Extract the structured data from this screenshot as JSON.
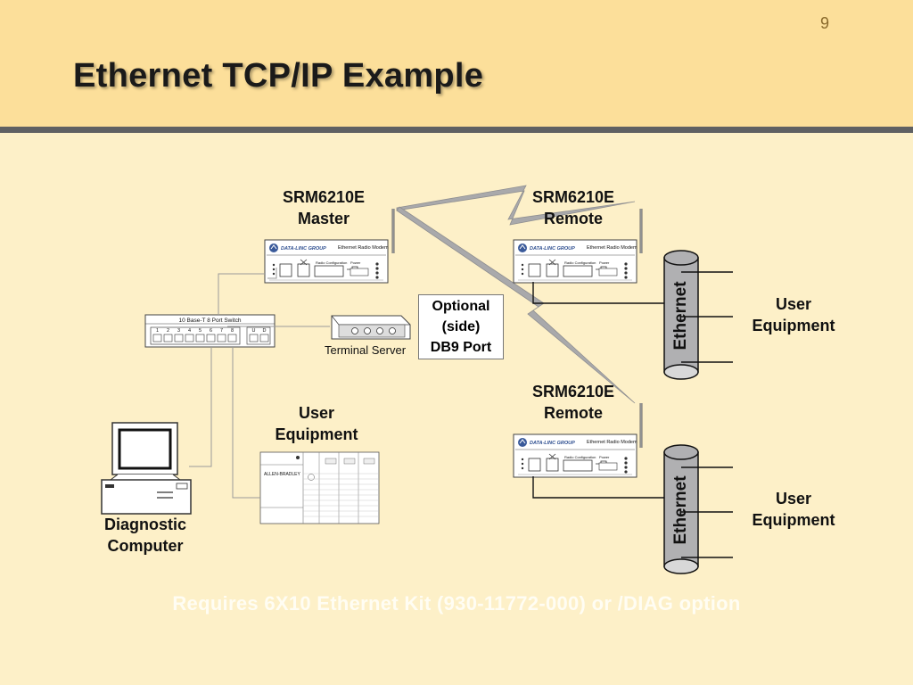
{
  "slide": {
    "number": "9",
    "title": "Ethernet TCP/IP Example",
    "footer": "Requires 6X10 Ethernet Kit (930-11772-000) or /DIAG option"
  },
  "master": {
    "line1": "SRM6210E",
    "line2": "Master"
  },
  "remote_top": {
    "line1": "SRM6210E",
    "line2": "Remote"
  },
  "remote_bottom": {
    "line1": "SRM6210E",
    "line2": "Remote"
  },
  "modem": {
    "brand": "DATA-LINC GROUP",
    "product": "Ethernet Radio Modem",
    "config_label": "Radio Configuration",
    "power_label": "Power"
  },
  "switch": {
    "title": "10 Base-T 8 Port Switch",
    "ports": [
      "1",
      "2",
      "3",
      "4",
      "5",
      "6",
      "7",
      "8"
    ],
    "extra_ports": [
      "U",
      "D"
    ]
  },
  "terminal_server": {
    "label": "Terminal Server"
  },
  "callout": {
    "line1": "Optional",
    "line2": "(side)",
    "line3": "DB9 Port"
  },
  "plc": {
    "brand": "ALLEN-BRADLEY"
  },
  "user_equipment_center": {
    "line1": "User",
    "line2": "Equipment"
  },
  "user_equipment_top": {
    "line1": "User",
    "line2": "Equipment"
  },
  "user_equipment_bottom": {
    "line1": "User",
    "line2": "Equipment"
  },
  "ethernet_top": "Ethernet",
  "ethernet_bottom": "Ethernet",
  "diagnostic": {
    "line1": "Diagnostic",
    "line2": "Computer"
  },
  "colors": {
    "background": "#fdf0c8",
    "header": "#fcdf9a",
    "header_bar": "#5f6062",
    "radio_link": "#a9a9ab",
    "cable": "#9a9a9a"
  }
}
